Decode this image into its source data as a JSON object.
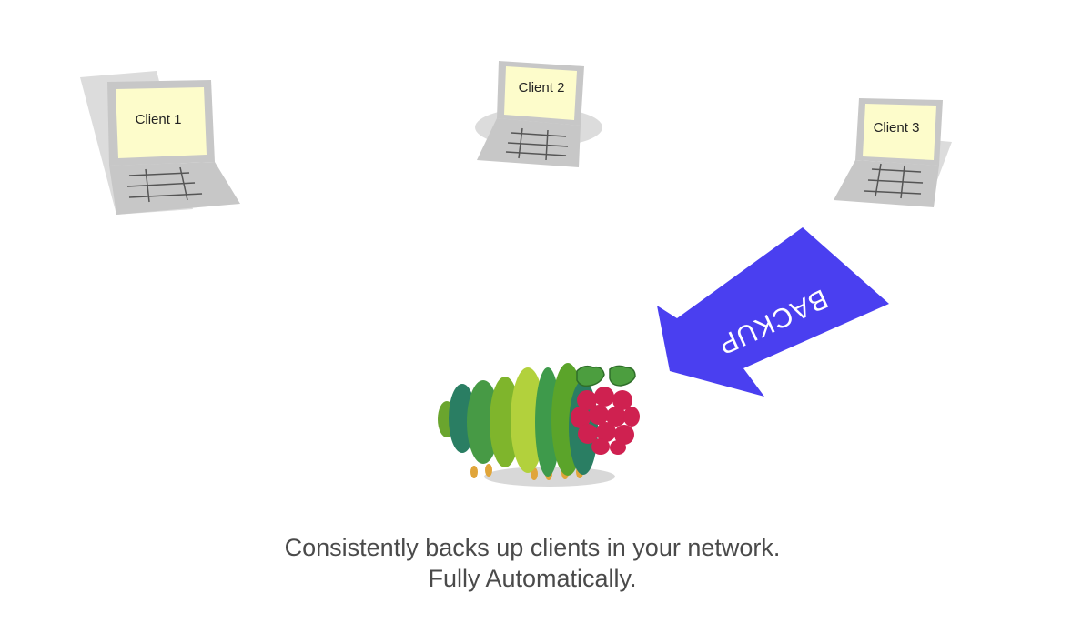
{
  "clients": [
    {
      "label": "Client 1"
    },
    {
      "label": "Client 2"
    },
    {
      "label": "Client 3"
    }
  ],
  "arrow": {
    "label": "BACKUP",
    "color": "#4a3ff0"
  },
  "caption": {
    "line1": "Consistently backs up clients in your network.",
    "line2": "Fully Automatically."
  },
  "colors": {
    "laptop_body": "#c7c7c7",
    "laptop_screen": "#fdfccb",
    "shadow": "#dcdcdc",
    "raspberry": "#cf2150",
    "caterpillar_greens": [
      "#6aa52e",
      "#2a7e63",
      "#479a45",
      "#7fb52c",
      "#b2d13c",
      "#3e9a4b",
      "#5ba42a"
    ]
  }
}
